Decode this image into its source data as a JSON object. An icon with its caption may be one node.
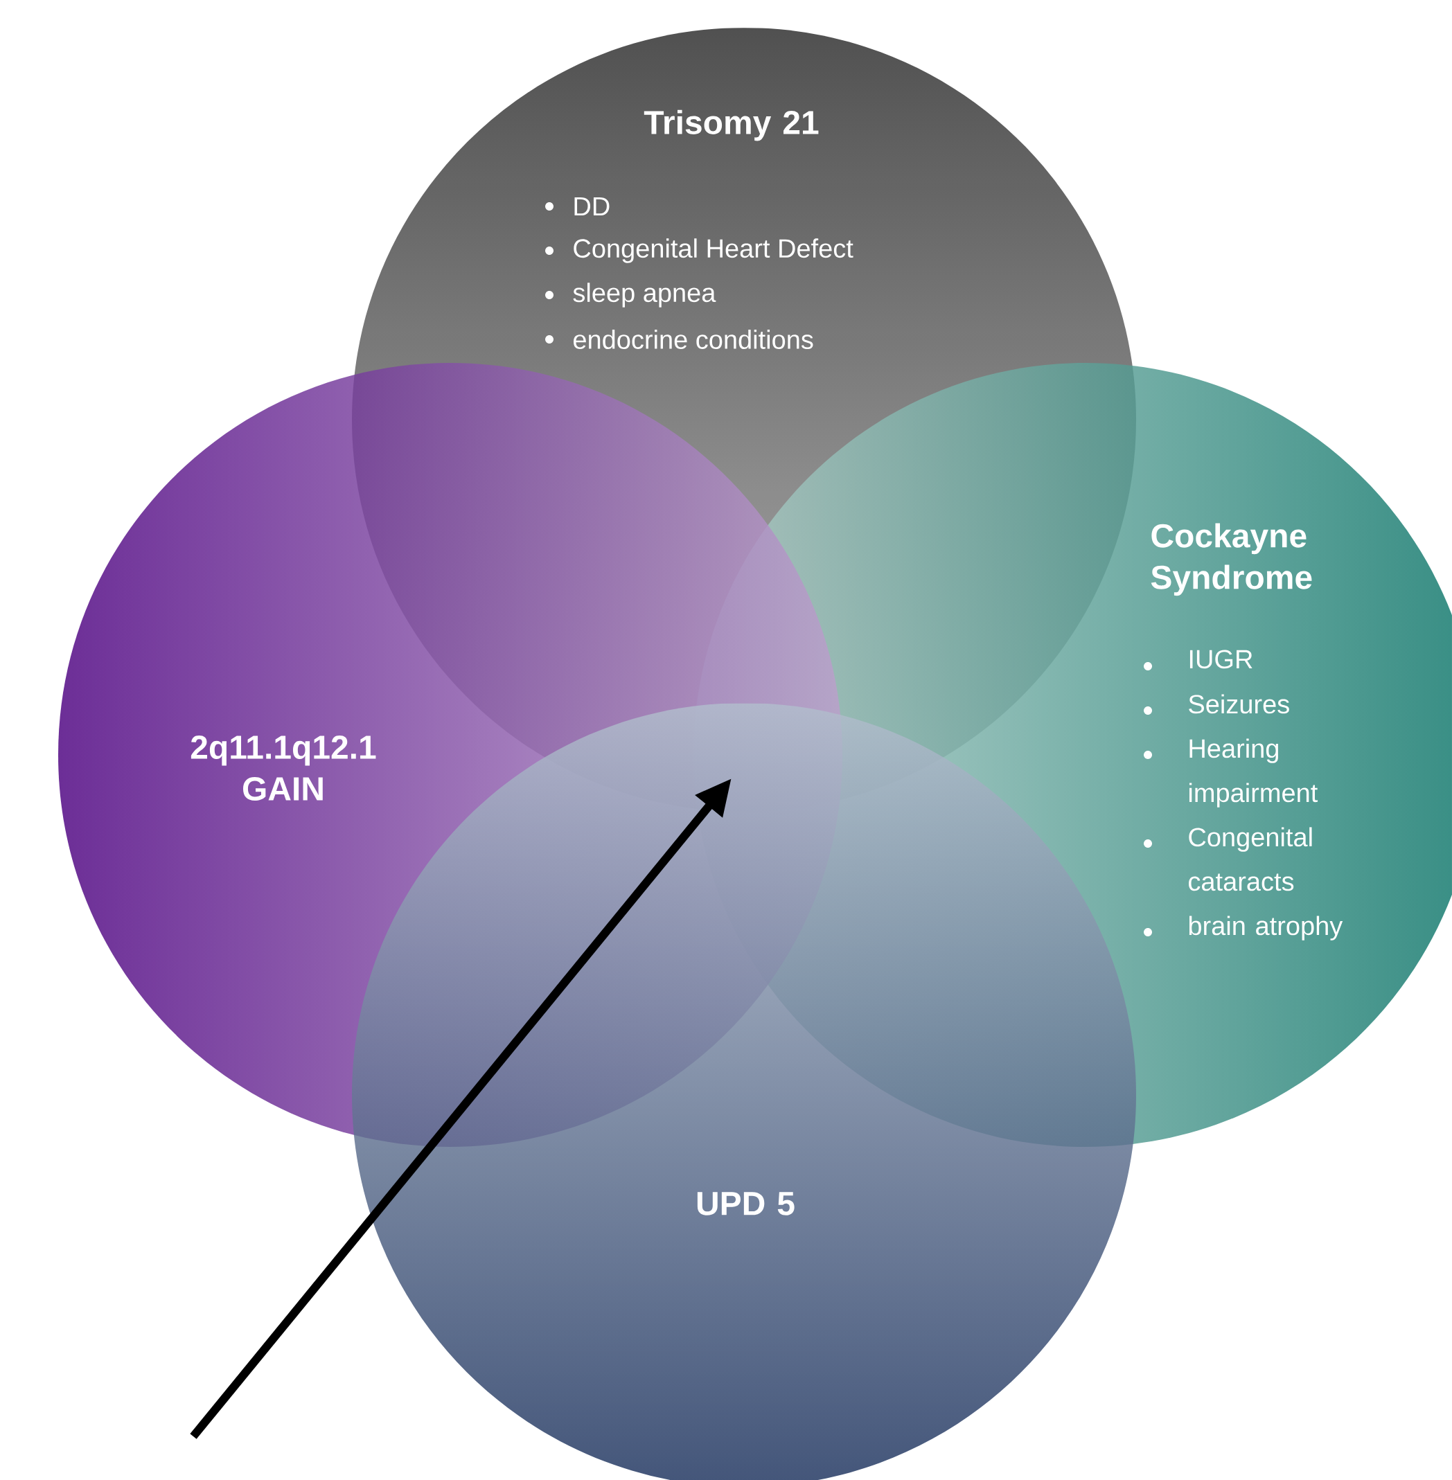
{
  "diagram": {
    "nodes": [
      {
        "text": [
          "Trisomy 21",
          "DD",
          "Congenital Heart Defect",
          "sleep apnea",
          "endocrine conditions"
        ]
      },
      {
        "text": [
          "Cockayne Syndrome",
          "IUGR",
          "Seizures",
          "Hearing impairment",
          "Congenital cataracts",
          "brain atrophy"
        ]
      },
      {
        "text": [
          "2q11.1q12.1 GAIN"
        ]
      },
      {
        "text": [
          "UPD 5"
        ]
      }
    ]
  }
}
